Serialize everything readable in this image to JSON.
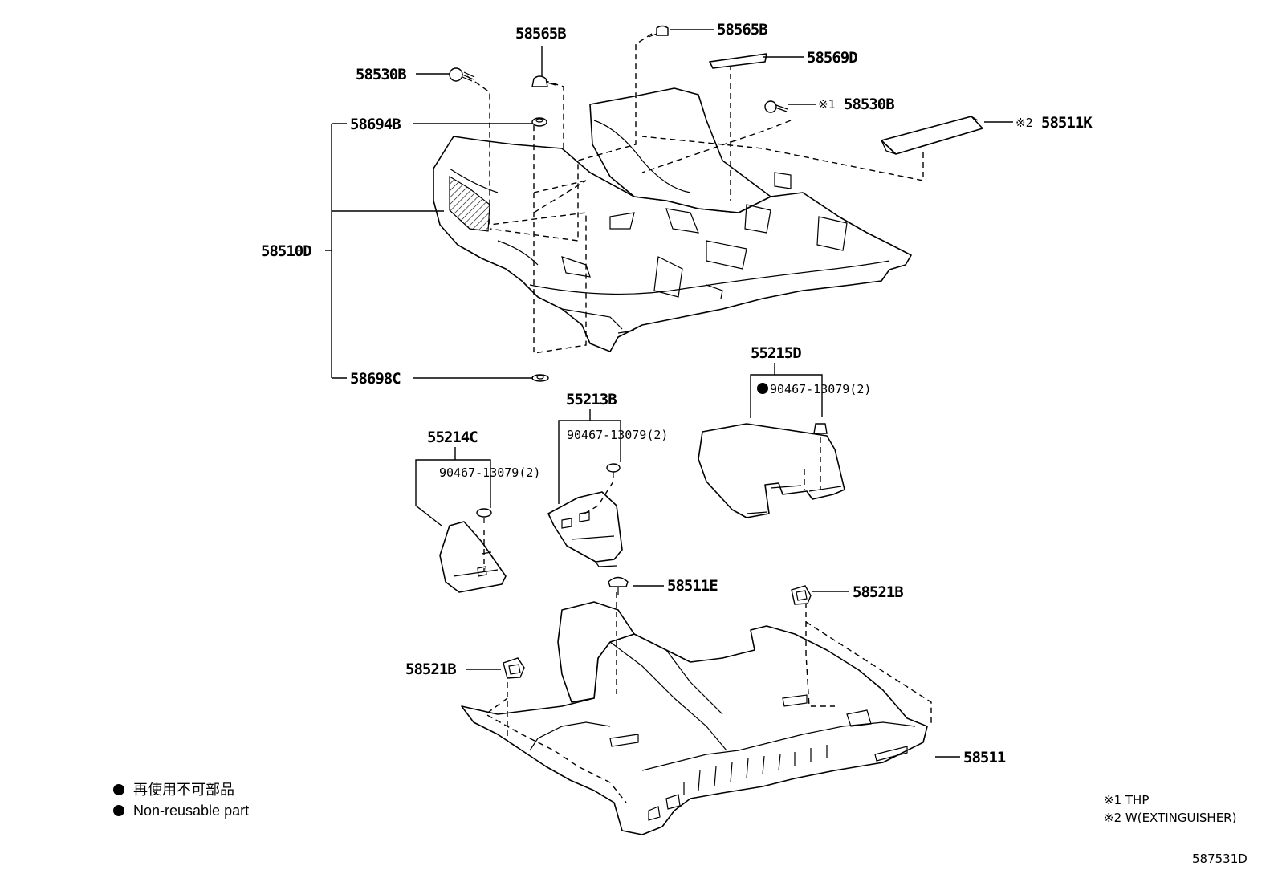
{
  "parts": {
    "p58565B_top": "58565B",
    "p58565B_right": "58565B",
    "p58530B_left": "58530B",
    "p58569D": "58569D",
    "p58530B_right": "58530B",
    "p58530B_right_mark": "※1",
    "p58511K": "58511K",
    "p58511K_mark": "※2",
    "p58694B": "58694B",
    "p58510D": "58510D",
    "p58698C": "58698C",
    "p55215D": "55215D",
    "p55213B": "55213B",
    "p55214C": "55214C",
    "clip_55215D": "90467-13079(2)",
    "clip_55213B": "90467-13079(2)",
    "clip_55214C": "90467-13079(2)",
    "p58511E": "58511E",
    "p58521B_right": "58521B",
    "p58521B_left": "58521B",
    "p58511": "58511"
  },
  "legend": {
    "jp": "再使用不可部品",
    "en": "Non-reusable part"
  },
  "notes": {
    "n1": "※1 THP",
    "n2": "※2 W(EXTINGUISHER)"
  },
  "diagram_code": "587531D"
}
